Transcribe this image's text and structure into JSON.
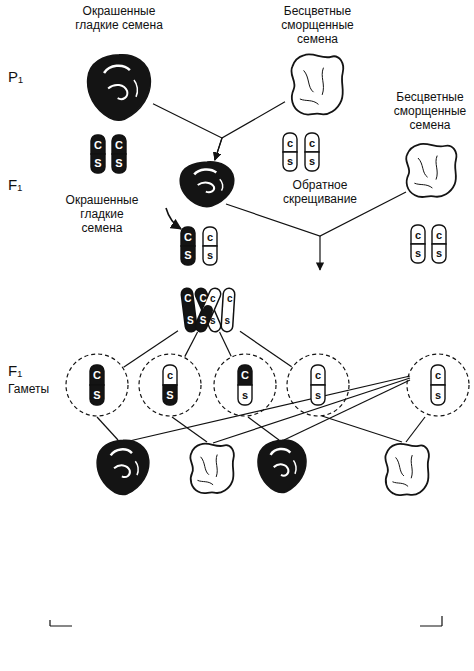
{
  "diagram": {
    "nodes": [
      {
        "text": [
          "Окрашенные гладкие семена"
        ]
      },
      {
        "text": [
          "Бесцветные сморщенные семена"
        ]
      },
      {
        "text": [
          "C",
          "S"
        ]
      },
      {
        "text": [
          "C",
          "S"
        ]
      },
      {
        "text": [
          "c",
          "s"
        ]
      },
      {
        "text": [
          "c",
          "s"
        ]
      },
      {
        "text": [
          "Окрашенные гладкие семена"
        ]
      },
      {
        "text": [
          "Бесцветные сморщенные семена"
        ]
      },
      {
        "text": [
          "C",
          "S"
        ]
      },
      {
        "text": [
          "c",
          "s"
        ]
      },
      {
        "text": [
          "c",
          "s"
        ]
      },
      {
        "text": [
          "c",
          "s"
        ]
      },
      {
        "text": [
          "C",
          "C",
          "c",
          "c",
          "S",
          "S",
          "s",
          "s"
        ]
      },
      {
        "text": [
          "C",
          "S"
        ]
      },
      {
        "text": [
          "c",
          "S"
        ]
      },
      {
        "text": [
          "C",
          "s"
        ]
      },
      {
        "text": [
          "c",
          "s"
        ]
      },
      {
        "text": [
          "c",
          "s"
        ]
      }
    ],
    "edges": [
      {
        "from": 0,
        "to": 6,
        "arrow": "to"
      },
      {
        "from": 1,
        "to": 6,
        "arrow": "to"
      },
      {
        "from": 12,
        "to": 13,
        "arrow": "none"
      },
      {
        "from": 12,
        "to": 14,
        "arrow": "none"
      },
      {
        "from": 12,
        "to": 15,
        "arrow": "none"
      },
      {
        "from": 12,
        "to": 16,
        "arrow": "none"
      }
    ],
    "labels": [
      "P₁",
      "F₁",
      "Обратное скрещивание",
      "F₁",
      "Гаметы"
    ]
  }
}
